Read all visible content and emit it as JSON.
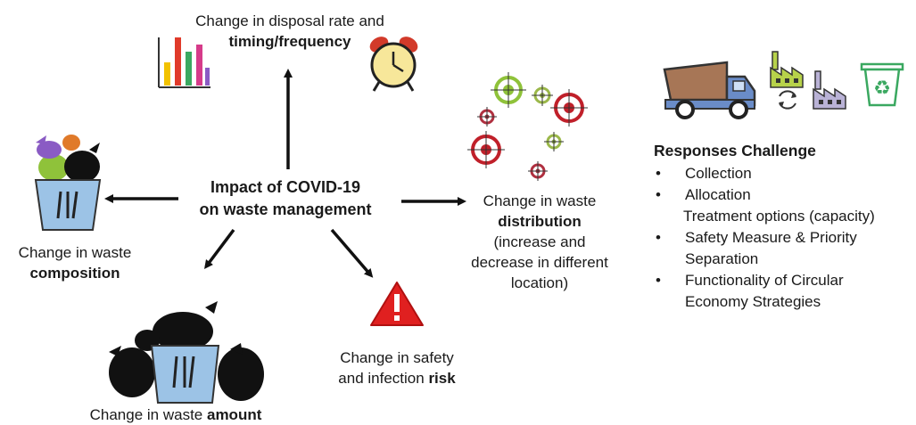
{
  "center": {
    "line1": "Impact of COVID-19",
    "line2": "on waste management"
  },
  "disposal": {
    "line1": "Change in disposal rate and",
    "line2_bold": "timing/frequency"
  },
  "composition": {
    "line1": "Change in waste",
    "line2_bold": "composition"
  },
  "amount": {
    "text": "Change in waste ",
    "bold": "amount"
  },
  "risk": {
    "line1": "Change in safety",
    "line2": "and infection ",
    "bold": "risk"
  },
  "distribution": {
    "line1": "Change in waste",
    "line2_bold": "distribution",
    "line3": "(increase and",
    "line4": "decrease in different",
    "line5": "location)"
  },
  "responses": {
    "title": "Responses Challenge",
    "bullet": "•",
    "items": [
      {
        "lines": [
          "Collection"
        ]
      },
      {
        "lines": [
          "Allocation",
          "Treatment options (capacity)"
        ]
      },
      {
        "lines": [
          "Safety Measure & Priority",
          "Separation"
        ]
      },
      {
        "lines": [
          "Functionality of Circular",
          "Economy Strategies"
        ]
      }
    ]
  },
  "icons": [
    "bar-chart-icon",
    "alarm-clock-icon",
    "trash-bin-icon",
    "garbage-bags-icon",
    "warning-icon",
    "target-icon",
    "dump-truck-icon",
    "factory-icon",
    "recycle-bin-icon"
  ],
  "colors": {
    "bin": "#9cc3e6",
    "warning": "#e02020",
    "target_red": "#c0202a",
    "target_green": "#8fc23a",
    "truck_bed": "#a77656",
    "truck_cab": "#6a8cc8",
    "factory": "#b7d24a",
    "recycle": "#3aa860"
  }
}
